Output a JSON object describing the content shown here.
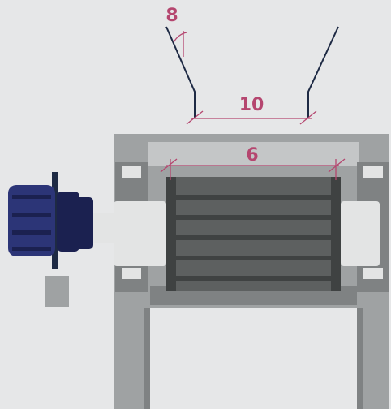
{
  "labels": {
    "angle": "8",
    "outer_width": "10",
    "inner_width": "6"
  },
  "colors": {
    "background": "#e6e7e8",
    "dimension": "#b5466f",
    "outline": "#1e2a44",
    "frame": "#9fa2a3",
    "frame_dark": "#7f8283",
    "rotor": "#5d6060",
    "rotor_dark": "#3f4242",
    "motor": "#2c3577",
    "motor_dark": "#1b2150",
    "bearing": "#e3e4e4",
    "hopper_panel": "#c4c6c7"
  }
}
